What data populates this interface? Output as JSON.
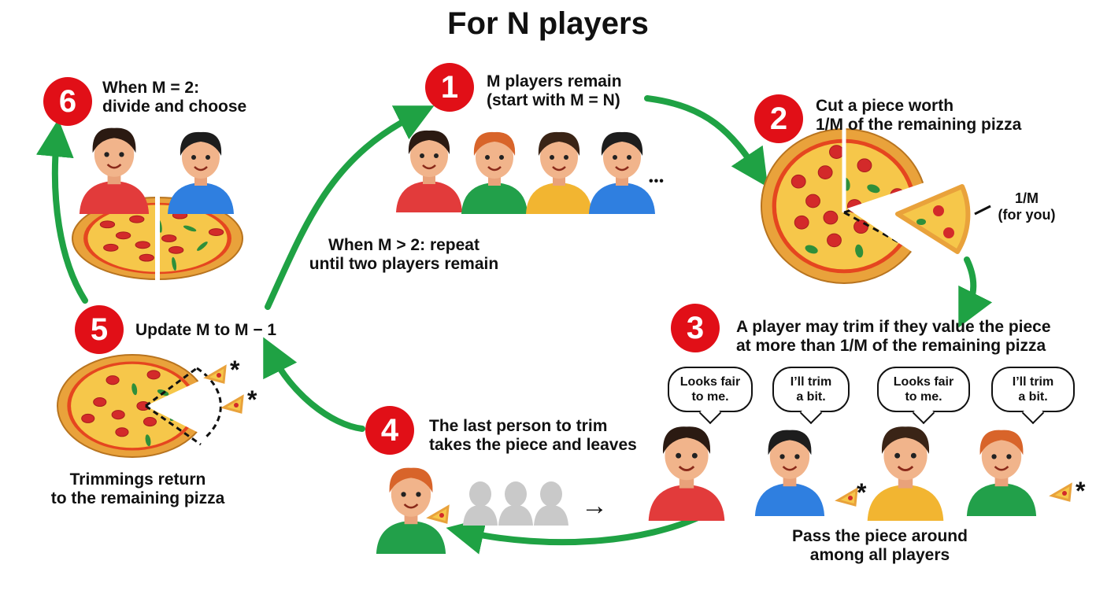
{
  "title": "For N players",
  "colors": {
    "badge": "#e10f17",
    "arrow": "#1fa244",
    "crust": "#e9a23b",
    "sauce": "#e5461f",
    "cheese": "#f6c74a",
    "pepperoni": "#d32a2a",
    "basil": "#2f8f3a"
  },
  "steps": [
    {
      "num": "1",
      "line1": "M players remain",
      "line2": "(start with M = N)"
    },
    {
      "num": "2",
      "line1": "Cut a piece worth",
      "line2": "1/M of the remaining pizza"
    },
    {
      "num": "3",
      "line1": "A player may trim if they value the piece",
      "line2": "at more than 1/M of the remaining pizza"
    },
    {
      "num": "4",
      "line1": "The last person to trim",
      "line2": "takes the piece and leaves"
    },
    {
      "num": "5",
      "line1": "Update M to M − 1",
      "line2": ""
    },
    {
      "num": "6",
      "line1": "When M = 2:",
      "line2": "divide and choose"
    }
  ],
  "slice_label": {
    "line1": "1/M",
    "line2": "(for you)"
  },
  "ellipsis": "•••",
  "repeat_note": {
    "line1": "When M > 2: repeat",
    "line2": "until two players remain"
  },
  "trimmings_note": {
    "line1": "Trimmings return",
    "line2": "to the remaining pizza"
  },
  "pass_note": {
    "line1": "Pass the piece around",
    "line2": "among all players"
  },
  "bubbles": [
    "Looks fair\nto me.",
    "I’ll trim\na bit.",
    "Looks fair\nto me.",
    "I’ll trim\na bit."
  ],
  "asterisk": "*",
  "right_arrow": "→"
}
